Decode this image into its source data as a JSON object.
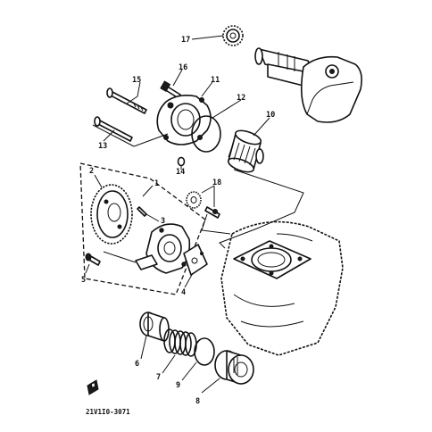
{
  "diagram": {
    "callouts": [
      {
        "id": "c1",
        "label": "1"
      },
      {
        "id": "c2",
        "label": "2"
      },
      {
        "id": "c3",
        "label": "3"
      },
      {
        "id": "c4",
        "label": "4"
      },
      {
        "id": "c5",
        "label": "5"
      },
      {
        "id": "c6",
        "label": "6"
      },
      {
        "id": "c7",
        "label": "7"
      },
      {
        "id": "c8",
        "label": "8"
      },
      {
        "id": "c9",
        "label": "9"
      },
      {
        "id": "c10",
        "label": "10"
      },
      {
        "id": "c11",
        "label": "11"
      },
      {
        "id": "c12",
        "label": "12"
      },
      {
        "id": "c13",
        "label": "13"
      },
      {
        "id": "c14",
        "label": "14"
      },
      {
        "id": "c15",
        "label": "15"
      },
      {
        "id": "c16",
        "label": "16"
      },
      {
        "id": "c17",
        "label": "17"
      },
      {
        "id": "c18",
        "label": "18"
      }
    ],
    "drawing_code": "21V1I0-3071",
    "colors": {
      "ink": "#111111",
      "paper": "#ffffff"
    }
  }
}
